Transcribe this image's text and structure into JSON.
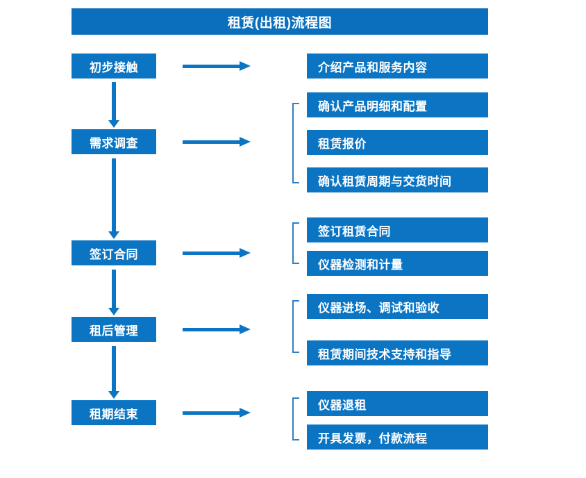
{
  "title": "租赁(出租)流程图",
  "accent_color": "#0b75c4",
  "bracket_color": "#2f7fc4",
  "text_color": "#ffffff",
  "background_color": "#ffffff",
  "stages": [
    {
      "label": "初步接触"
    },
    {
      "label": "需求调查"
    },
    {
      "label": "签订合同"
    },
    {
      "label": "租后管理"
    },
    {
      "label": "租期结束"
    }
  ],
  "details": {
    "group1": [
      {
        "label": "介绍产品和服务内容"
      }
    ],
    "group2": [
      {
        "label": "确认产品明细和配置"
      },
      {
        "label": "租赁报价"
      },
      {
        "label": "确认租赁周期与交货时间"
      }
    ],
    "group3": [
      {
        "label": "签订租赁合同"
      },
      {
        "label": "仪器检测和计量"
      }
    ],
    "group4": [
      {
        "label": "仪器进场、调试和验收"
      },
      {
        "label": "租赁期间技术支持和指导"
      }
    ],
    "group5": [
      {
        "label": "仪器退租"
      },
      {
        "label": "开具发票，付款流程"
      }
    ]
  }
}
